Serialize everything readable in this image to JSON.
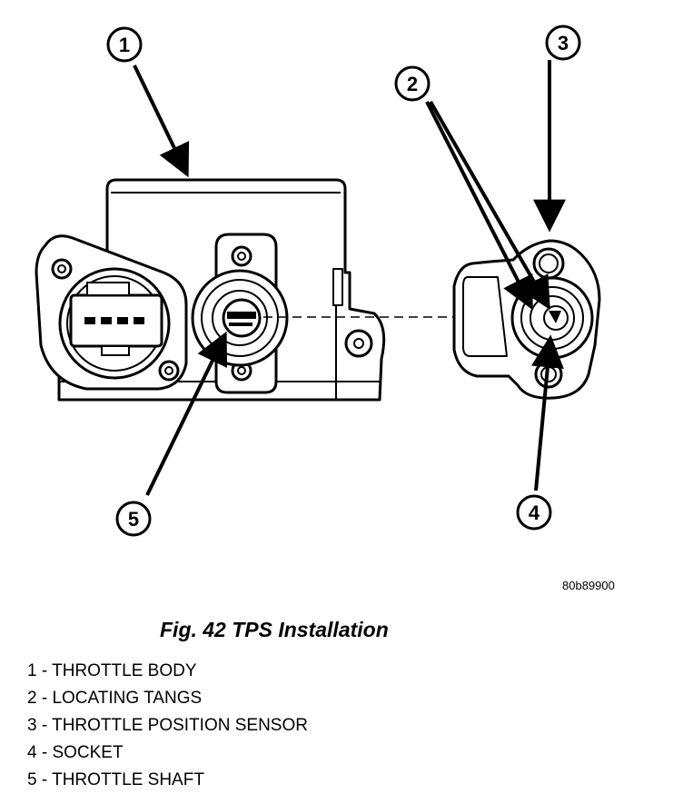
{
  "callouts": [
    "1",
    "2",
    "3",
    "4",
    "5"
  ],
  "reference_code": "80b89900",
  "caption": "Fig. 42 TPS Installation",
  "legend": [
    "1 - THROTTLE BODY",
    "2 - LOCATING TANGS",
    "3 - THROTTLE POSITION SENSOR",
    "4 - SOCKET",
    "5 - THROTTLE SHAFT"
  ],
  "connector_pins": 4
}
